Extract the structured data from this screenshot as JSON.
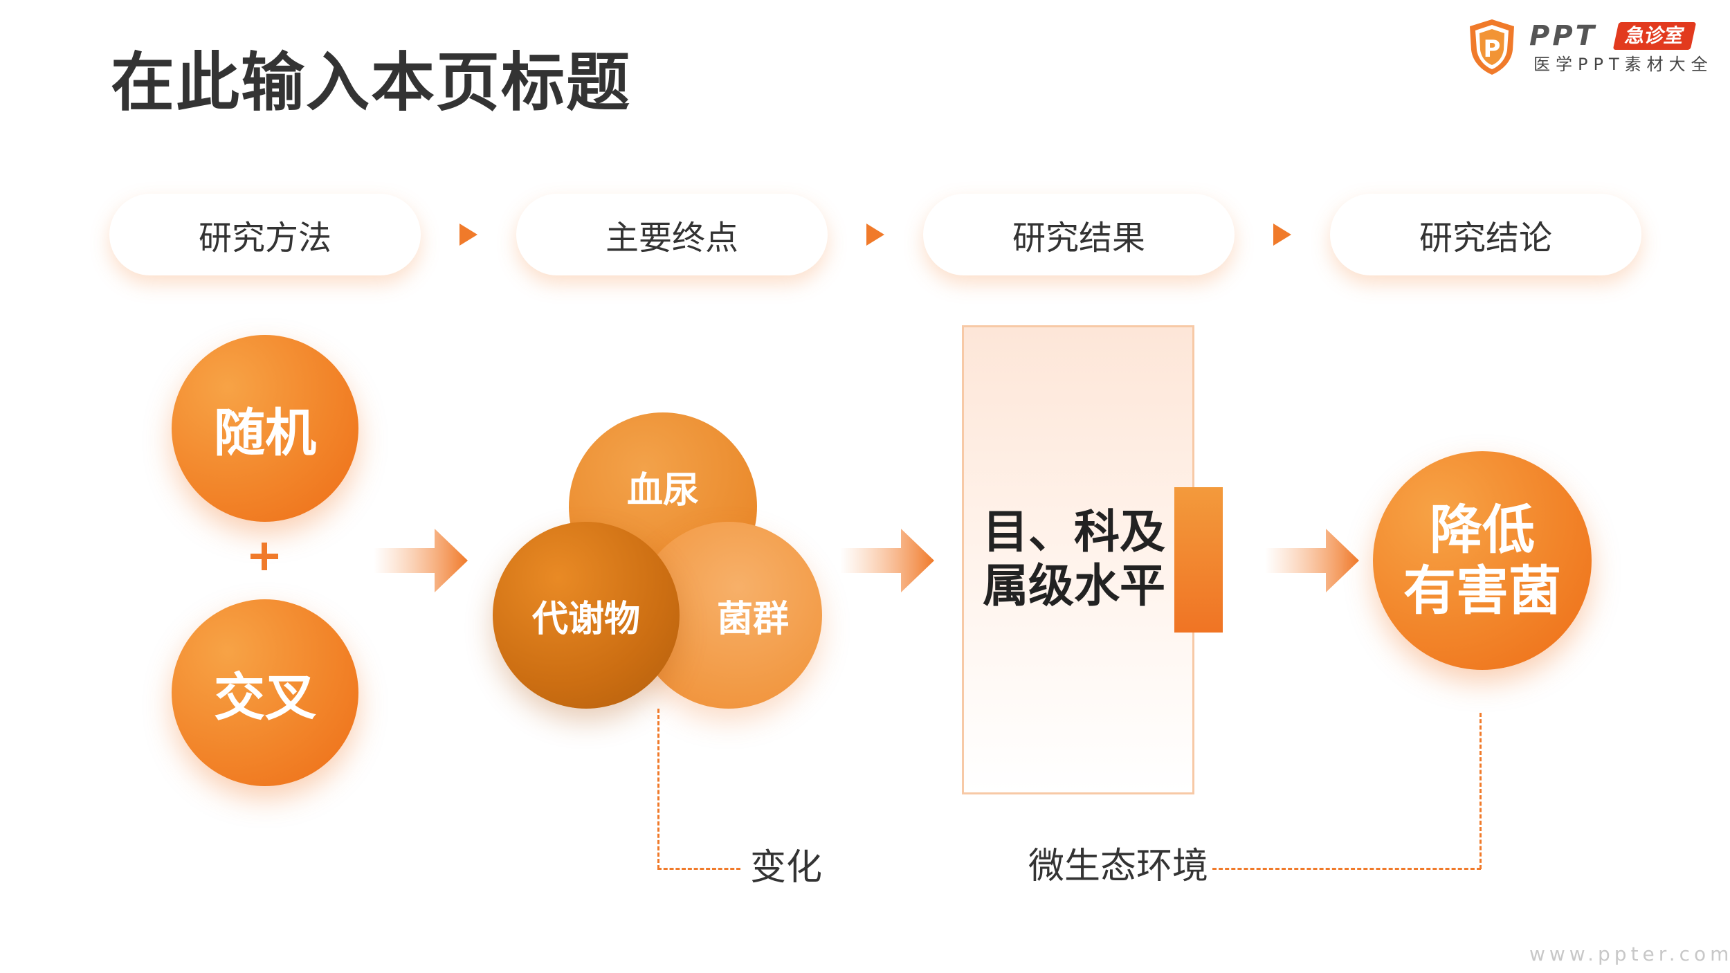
{
  "title": "在此输入本页标题",
  "logo": {
    "ppt": "PPT",
    "badge": "急诊室",
    "subtitle": "医学PPT素材大全",
    "shield_letter": "P"
  },
  "steps": [
    "研究方法",
    "主要终点",
    "研究结果",
    "研究结论"
  ],
  "method": {
    "top": "随机",
    "bottom": "交叉"
  },
  "endpoints": {
    "top": "血尿",
    "left": "代谢物",
    "right": "菌群"
  },
  "result": {
    "line1": "目、科及",
    "line2": "属级水平"
  },
  "conclusion": {
    "line1": "降低",
    "line2": "有害菌"
  },
  "labels": {
    "change": "变化",
    "micro_env": "微生态环境"
  },
  "watermark": "www.ppter.com",
  "colors": {
    "accent": "#f07a2a",
    "deep": "#b5610f",
    "light": "#f5a85c",
    "title": "#333333"
  }
}
